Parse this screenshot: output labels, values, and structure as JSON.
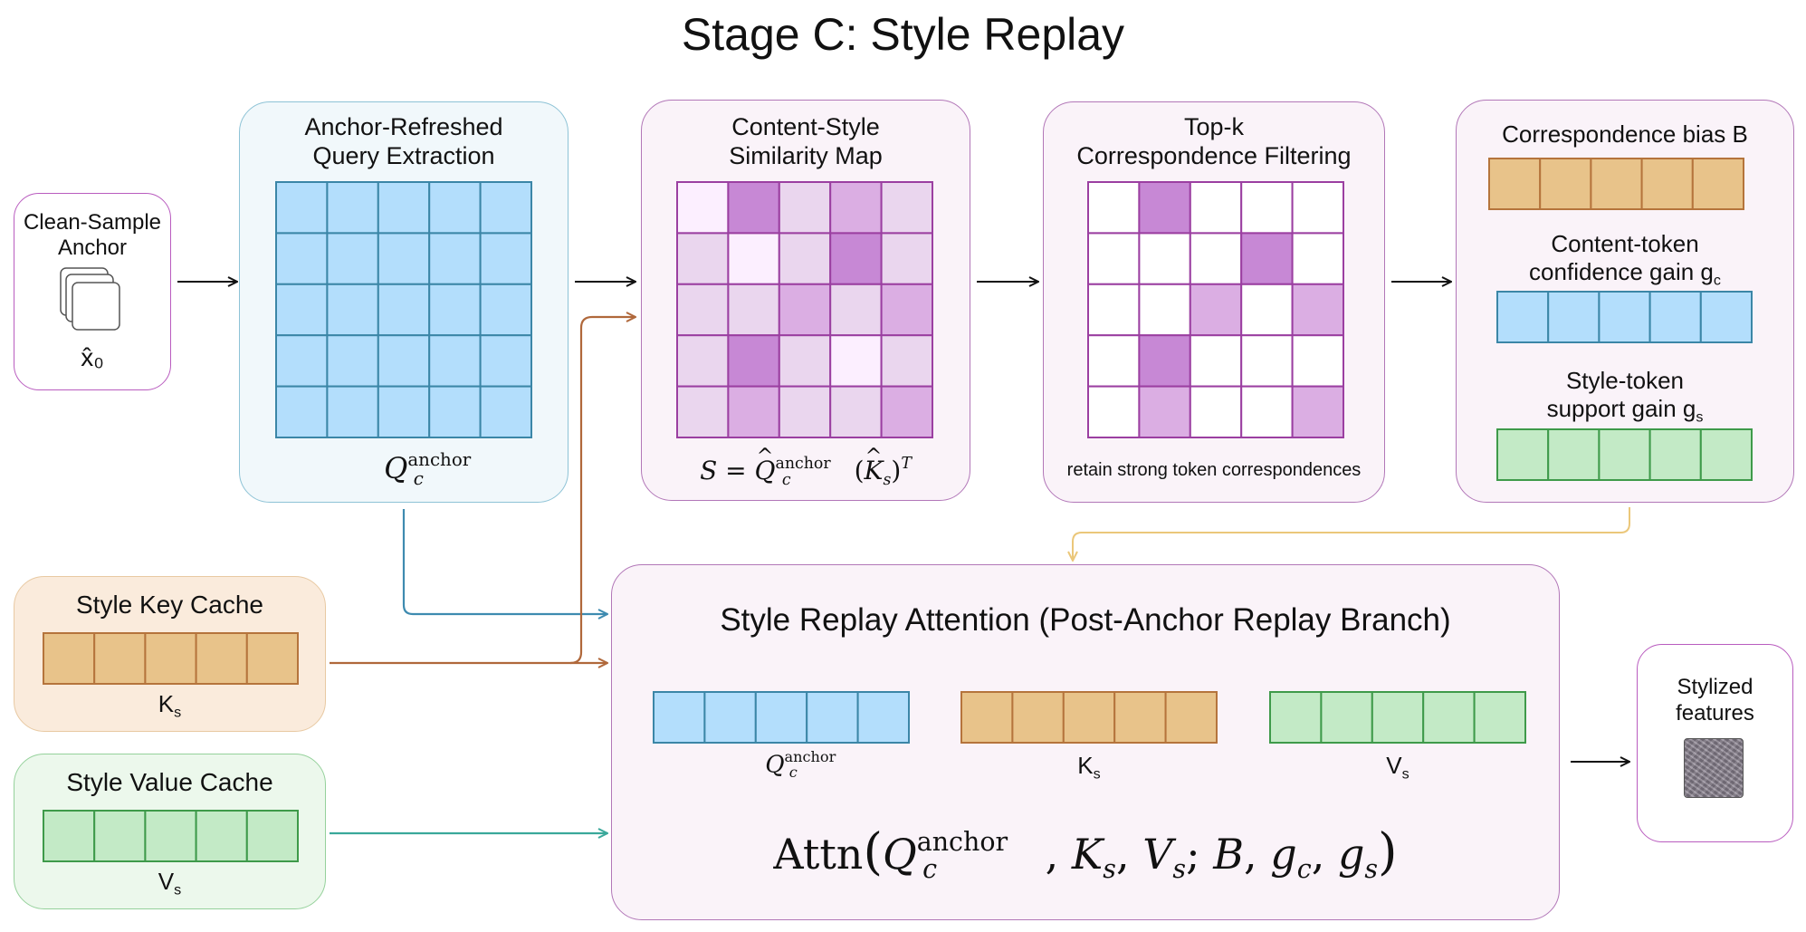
{
  "title": "Stage C: Style Replay",
  "anchor": {
    "label_line1": "Clean-Sample",
    "label_line2": "Anchor",
    "symbol": "x̂₀"
  },
  "query": {
    "title_line1": "Anchor-Refreshed",
    "title_line2": "Query Extraction",
    "math_base": "Q",
    "math_sup": "anchor",
    "math_sub": "c"
  },
  "similarity": {
    "title_line1": "Content-Style",
    "title_line2": "Similarity Map",
    "eq_lhs": "S =",
    "eq_q": "Q",
    "eq_sup": "anchor",
    "eq_sub": "c",
    "eq_k": "K",
    "eq_ksub": "s",
    "eq_t": "T",
    "levels": [
      [
        0,
        3,
        1,
        2,
        1
      ],
      [
        1,
        0,
        1,
        3,
        1
      ],
      [
        1,
        1,
        2,
        1,
        2
      ],
      [
        1,
        3,
        1,
        0,
        1
      ],
      [
        1,
        2,
        1,
        1,
        2
      ]
    ]
  },
  "topk": {
    "title_line1": "Top-k",
    "title_line2": "Correspondence Filtering",
    "caption": "retain strong token correspondences",
    "levels": [
      [
        0,
        3,
        0,
        0,
        0
      ],
      [
        0,
        0,
        0,
        3,
        0
      ],
      [
        0,
        0,
        2,
        0,
        2
      ],
      [
        0,
        3,
        0,
        0,
        0
      ],
      [
        0,
        2,
        0,
        0,
        2
      ]
    ]
  },
  "modulation": {
    "bias_label": "Correspondence bias B",
    "content_gain_line1": "Content-token",
    "content_gain_line2": "confidence gain g",
    "content_gain_sub": "c",
    "style_gain_line1": "Style-token",
    "style_gain_line2": "support gain g",
    "style_gain_sub": "s"
  },
  "key_cache": {
    "title": "Style Key Cache",
    "symbol": "K",
    "symbol_sub": "s"
  },
  "value_cache": {
    "title": "Style Value Cache",
    "symbol": "V",
    "symbol_sub": "s"
  },
  "replay": {
    "title": "Style Replay Attention (Post-Anchor Replay Branch)",
    "q_base": "Q",
    "q_sup": "anchor",
    "q_sub": "c",
    "k_label": "K",
    "k_sub": "s",
    "v_label": "V",
    "v_sub": "s",
    "formula": {
      "fn": "Attn",
      "q": "Q",
      "q_sup": "anchor",
      "q_sub": "c",
      "k": "K",
      "k_sub": "s",
      "v": "V",
      "v_sub": "s",
      "b": "B",
      "gc": "g",
      "gc_sub": "c",
      "gs": "g",
      "gs_sub": "s"
    }
  },
  "output": {
    "line1": "Stylized",
    "line2": "features"
  },
  "colors": {
    "query_cell": "#b3defc",
    "query_border": "#3b86a7",
    "key_cell": "#e8c38a",
    "key_border": "#b5743c",
    "value_cell": "#c3eac6",
    "value_border": "#3e9a4a",
    "heat_border": "#9b3fa1",
    "heat_levels": [
      "#fcefff",
      "#ead6ee",
      "#dbaee3",
      "#c788d5"
    ],
    "topk_levels": [
      "#ffffff",
      "#ffffff",
      "#dbaee3",
      "#c788d5"
    ],
    "arrow_black": "#111111",
    "arrow_blue": "#3e8bb0",
    "arrow_brown": "#b0683b",
    "arrow_teal": "#3aa89a",
    "arrow_gold": "#ebc77a"
  }
}
